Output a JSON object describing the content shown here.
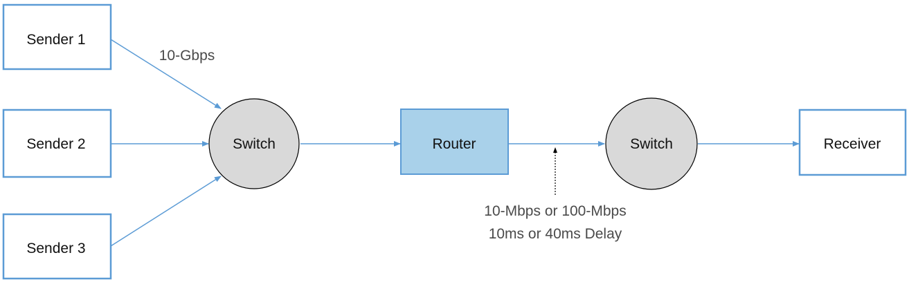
{
  "nodes": {
    "sender1": {
      "label": "Sender 1"
    },
    "sender2": {
      "label": "Sender 2"
    },
    "sender3": {
      "label": "Sender 3"
    },
    "switch_left": {
      "label": "Switch"
    },
    "router": {
      "label": "Router"
    },
    "switch_right": {
      "label": "Switch"
    },
    "receiver": {
      "label": "Receiver"
    }
  },
  "annotations": {
    "access_link": "10-Gbps",
    "bottleneck_line1": "10-Mbps or 100-Mbps",
    "bottleneck_line2": "10ms or 40ms Delay"
  },
  "colors": {
    "box_border": "#5b9bd5",
    "line": "#5b9bd5",
    "router_fill": "#a9d1ea",
    "switch_fill": "#d9d9d9",
    "switch_border": "#000000"
  }
}
